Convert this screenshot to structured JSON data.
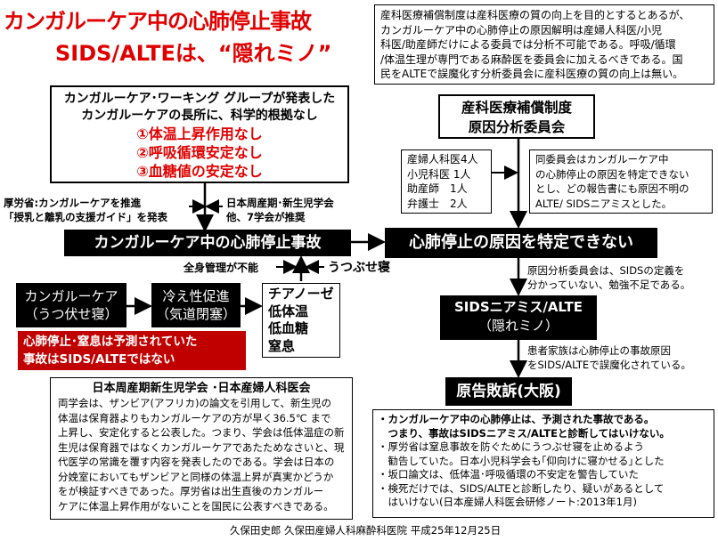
{
  "title": {
    "line1": "カンガルーケア中の心肺停止事故",
    "line2": "SIDS/ALTEは、“隠れミノ”"
  },
  "top_note": {
    "lines": [
      "産科医療補償制度は産科医療の質の向上を目的とするとあるが、",
      "カンガルーケア中の心肺停止の原因解明は産婦人科医/小児",
      "科医/助産師だけによる委員では分析不可能である。呼吸/循環",
      "/体温生理が専門である麻酔医を委員会に加えるべきである。国",
      "民をALTEで誤魔化す分析委員会に産科医療の質の向上は無い。"
    ]
  },
  "working_group": {
    "lines": [
      "カンガルーケア･ワーキング グループが発表した",
      "カンガルーケアの長所に、科学的根拠なし"
    ],
    "red_items": [
      "①体温上昇作用なし",
      "②呼吸循環安定なし",
      "③血糖値の安定なし"
    ]
  },
  "mhlw": {
    "lines": [
      "厚労省:カンガルーケアを推進",
      "「授乳と離乳の支援ガイド」を発表"
    ]
  },
  "perinatal": {
    "lines": [
      "日本周産期･新生児学会",
      "他、7学会が推奨"
    ]
  },
  "committee": {
    "lines": [
      "産科医療補償制度",
      "原因分析委員会"
    ]
  },
  "members": {
    "lines": [
      "産婦人科医4人",
      "小児科医 1人",
      "助産師　1人",
      "弁護士　2人"
    ]
  },
  "committee_note": {
    "lines": [
      "同委員会はカンガルーケア中",
      "の心肺停止の原因を特定できない",
      "とし、どの報告書にも原因不明の",
      "ALTE/ SIDSニアミスとした。"
    ]
  },
  "main_accident": "カンガルーケア中の心肺停止事故",
  "cannot_identify": "心肺停止の原因を特定できない",
  "no_management": "全身管理が不能",
  "prone": "うつぶせ寝",
  "kc_prone": {
    "lines": [
      "カンガルーケア",
      "（うつ伏せ寝）"
    ]
  },
  "cooling": {
    "lines": [
      "冷え性促進",
      "（気道閉塞）"
    ]
  },
  "symptoms": {
    "lines": [
      "チアノーゼ",
      "低体温",
      "低血糖",
      "窒息"
    ]
  },
  "red_banner": {
    "lines": [
      "心肺停止･窒息は予測されていた",
      "事故はSIDS/ALTEではない"
    ]
  },
  "definition_note": {
    "lines": [
      "原因分析委員会は、SIDSの定義を",
      "分かっていない、勉強不足である。"
    ]
  },
  "sids_box": {
    "lines": [
      "SIDSニアミス/ALTE",
      "（隠れミノ）"
    ]
  },
  "family_note": {
    "lines": [
      "患者家族は心肺停止の事故原因",
      "をSIDS/ALTEで誤魔化されている。"
    ]
  },
  "lawsuit": "原告敗訴(大阪)",
  "society": {
    "heading": "日本周産期新生児学会 ･日本産婦人科医会",
    "lines": [
      "両学会は、ザンビア(アフリカ)の論文を引用して、新生児の",
      "体温は保育器よりもカンガルーケアの方が早く36.5℃ まで",
      "上昇し、安定化すると公表した。つまり、学会は低体温症の新",
      "生児は保育器ではなくカンガルーケアであたためなさいと、現",
      "代医学の常識を覆す内容を発表したのである。学会は日本の",
      "分娩室においてもザンビアと同様の体温上昇が真実かどうか",
      "をが検証すべきであった。厚労省は出生直後のカンガルー",
      "ケアに体温上昇作用がないことを国民に公表すべきである。"
    ]
  },
  "conclusion": {
    "items": [
      {
        "bullet": "・",
        "lines": [
          "カンガルーケア中の心肺停止は、予測された事故である。",
          "つまり、事故はSIDSニアミス/ALTEと診断してはいけない。"
        ],
        "bold": true
      },
      {
        "bullet": "・",
        "lines": [
          "厚労省は窒息事故を防ぐためにうつぶせ寝を止めるよう",
          "勧告していた。日本小児科学会も｢仰向けに寝かせる｣とした"
        ],
        "bold": false
      },
      {
        "bullet": "・",
        "lines": [
          "坂口論文は、低体温･呼吸循環の不安定を警告していた"
        ],
        "bold": false
      },
      {
        "bullet": "・",
        "lines": [
          "検死だけでは、SIDS/ALTEと診断したり、疑いがあるとして",
          "はいけない(日本産婦人科医会研修ノート:2013年1月)"
        ],
        "bold": false
      }
    ]
  },
  "footer": "久保田史郎  久保田産婦人科麻酔科医院  平成25年12月25日"
}
